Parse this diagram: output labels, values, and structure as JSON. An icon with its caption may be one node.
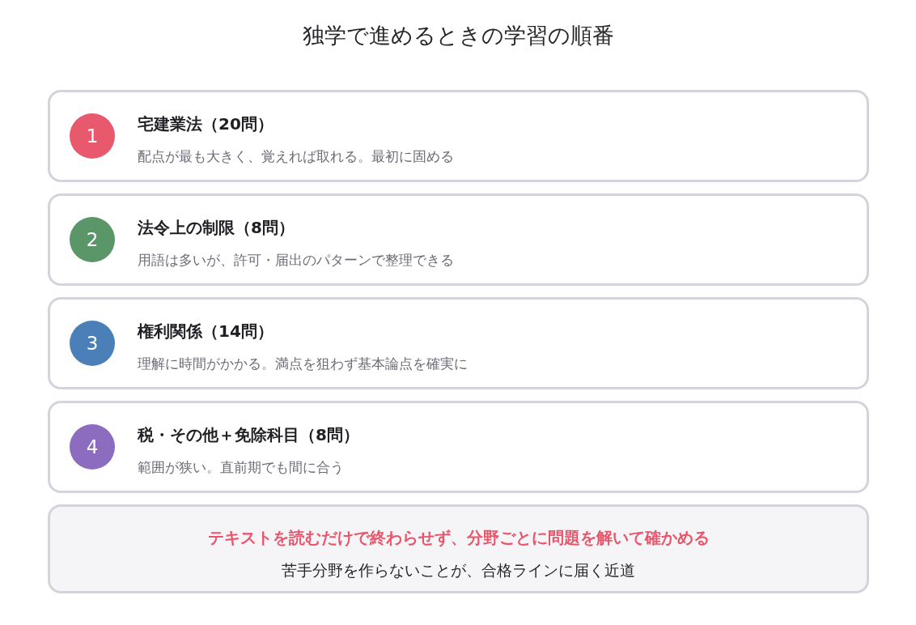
{
  "diagram": {
    "title": "独学で進めるときの学習の順番",
    "nodes": [
      {
        "text": [
          "宅建業法（20問）",
          "配点が最も大きく、覚えれば取れる。最初に固める"
        ]
      },
      {
        "text": [
          "1"
        ],
        "in": 0
      },
      {
        "text": [
          "法令上の制限（8問）",
          "用語は多いが、許可・届出のパターンで整理できる"
        ]
      },
      {
        "text": [
          "2"
        ],
        "in": 2
      },
      {
        "text": [
          "権利関係（14問）",
          "理解に時間がかかる。満点を狙わず基本論点を確実に"
        ]
      },
      {
        "text": [
          "3"
        ],
        "in": 4
      },
      {
        "text": [
          "税・その他＋免除科目（8問）",
          "範囲が狭い。直前期でも間に合う"
        ]
      },
      {
        "text": [
          "4"
        ],
        "in": 6
      },
      {
        "text": [
          "テキストを読むだけで終わらせず、分野ごとに問題を解いて確かめる",
          "苦手分野を作らないことが、合格ラインに届く近道"
        ]
      }
    ]
  }
}
